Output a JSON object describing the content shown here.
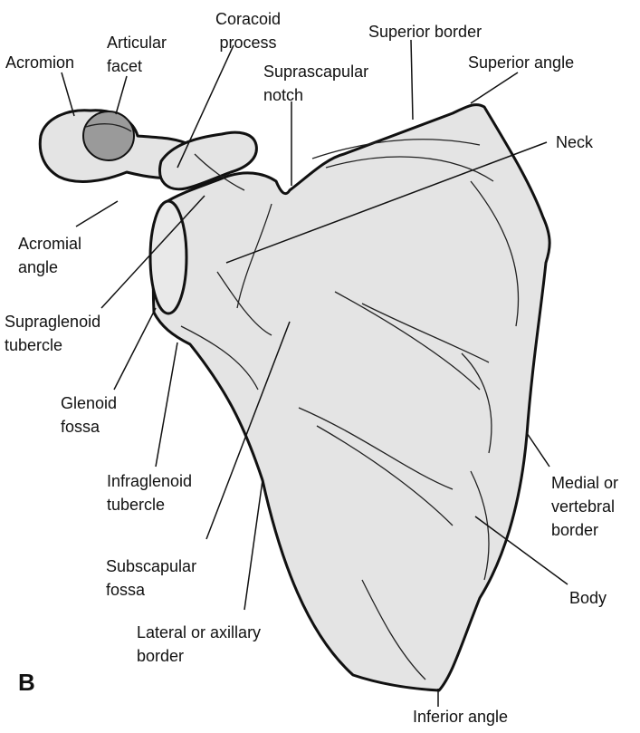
{
  "panel_letter": "B",
  "labels": {
    "acromion": "Acromion",
    "articular_facet": "Articular\nfacet",
    "coracoid_process": "Coracoid\nprocess",
    "superior_border": "Superior border",
    "superior_angle": "Superior angle",
    "suprascapular_notch": "Suprascapular\nnotch",
    "neck": "Neck",
    "acromial_angle": "Acromial\nangle",
    "supraglenoid_tubercle": "Supraglenoid\ntubercle",
    "glenoid_fossa": "Glenoid\nfossa",
    "infraglenoid_tubercle": "Infraglenoid\ntubercle",
    "subscapular_fossa": "Subscapular\nfossa",
    "lateral_border": "Lateral or axillary\nborder",
    "medial_border": "Medial or\nvertebral\nborder",
    "body": "Body",
    "inferior_angle": "Inferior angle"
  },
  "colors": {
    "bone_fill": "#e4e4e4",
    "facet_fill": "#9a9a9a",
    "outline": "#111111"
  }
}
